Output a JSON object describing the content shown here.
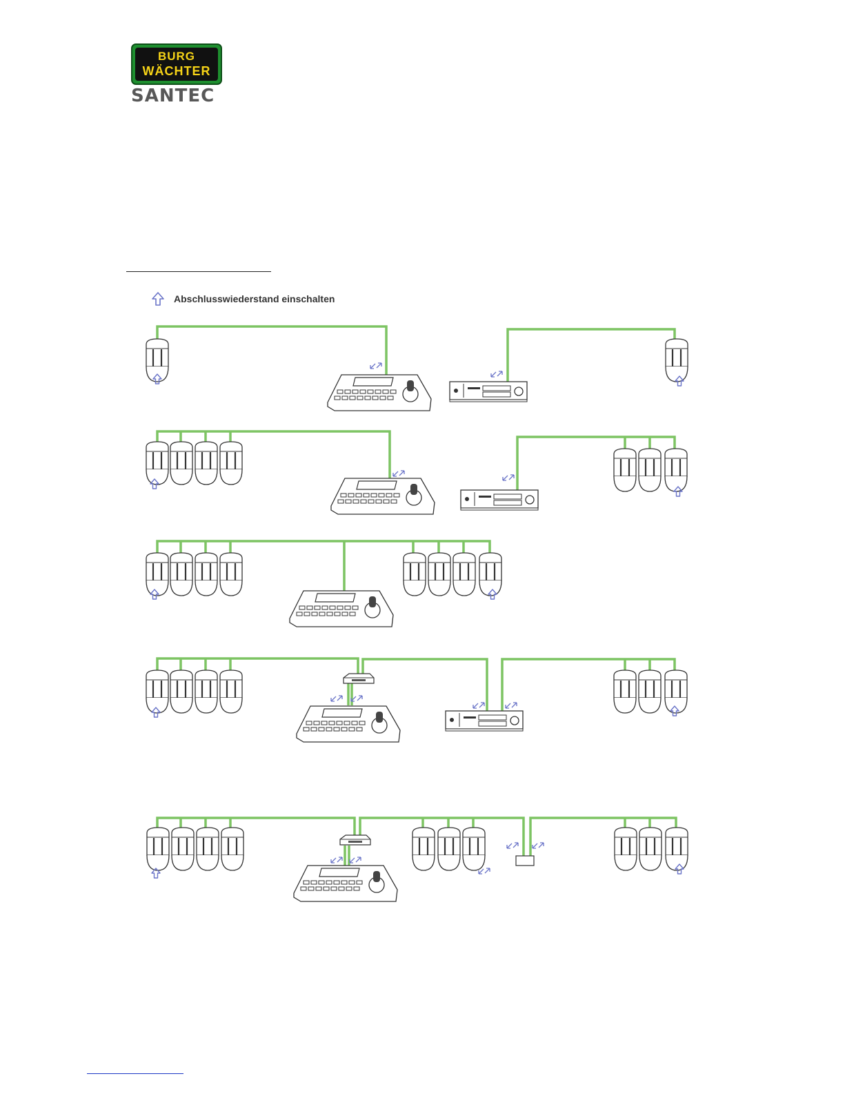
{
  "logo": {
    "line1": "BURG",
    "line2": "WÄCHTER",
    "brand": "SANTEC",
    "colors": {
      "green": "#1e8f2f",
      "yellow": "#f7d417",
      "grey": "#585858"
    }
  },
  "legend": {
    "icon": "termination-arrow-icon",
    "text": "Abschlusswiederstand einschalten"
  },
  "diagram": {
    "cable_color": "#7dc463",
    "arrow_color": "#6a74c8",
    "devices": [
      "dome-camera",
      "ptz-keyboard",
      "dvr",
      "distributor"
    ],
    "rows": 5
  }
}
